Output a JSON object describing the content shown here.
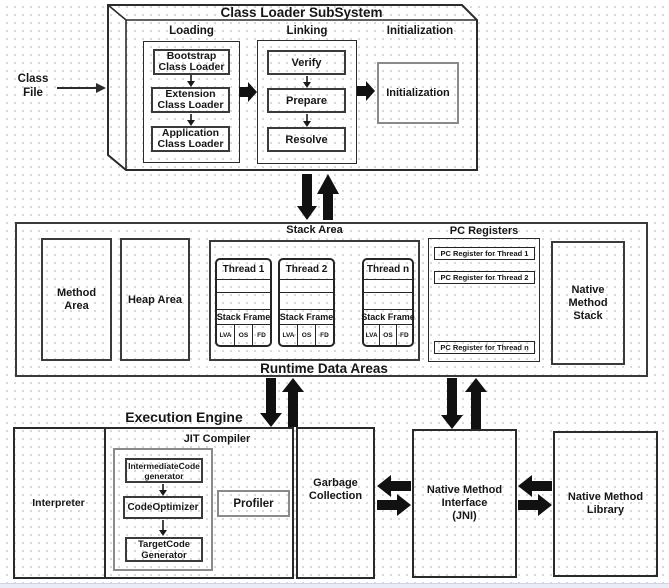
{
  "colors": {
    "line": "#2b2b2b",
    "gray_border": "#8a8a8a",
    "dot_grid": "#c9cdd6",
    "bottom_strip": "#e9edf5"
  },
  "class_file": {
    "lines": [
      "Class",
      "File"
    ]
  },
  "class_loader": {
    "title": "Class Loader SubSystem",
    "loading": {
      "label": "Loading",
      "items": [
        {
          "lines": [
            "Bootstrap",
            "Class Loader"
          ]
        },
        {
          "lines": [
            "Extension",
            "Class Loader"
          ]
        },
        {
          "lines": [
            "Application",
            "Class Loader"
          ]
        }
      ]
    },
    "linking": {
      "label": "Linking",
      "items": [
        "Verify",
        "Prepare",
        "Resolve"
      ]
    },
    "initialization": {
      "label": "Initialization",
      "box": "Initialization"
    }
  },
  "runtime": {
    "title": "Runtime Data Areas",
    "method_area": {
      "lines": [
        "Method",
        "Area"
      ]
    },
    "heap_area": "Heap Area",
    "stack": {
      "label": "Stack Area",
      "threads": [
        {
          "name": "Thread 1",
          "frame": "Stack Frame",
          "cells": [
            "LVA",
            "OS",
            "FD"
          ]
        },
        {
          "name": "Thread 2",
          "frame": "Stack Frame",
          "cells": [
            "LVA",
            "OS",
            "FD"
          ]
        },
        {
          "name": "Thread n",
          "frame": "Stack Frame",
          "cells": [
            "LVA",
            "OS",
            "FD"
          ]
        }
      ]
    },
    "pc": {
      "label": "PC Registers",
      "items": [
        "PC Register for Thread 1",
        "PC Register for Thread 2",
        "PC Register for Thread n"
      ]
    },
    "native_method_stack": {
      "lines": [
        "Native",
        "Method",
        "Stack"
      ]
    }
  },
  "execution": {
    "title": "Execution Engine",
    "interpreter": "Interpreter",
    "jit": {
      "label": "JIT Compiler",
      "boxes": [
        {
          "lines": [
            "IntermediateCode",
            "generator"
          ]
        },
        {
          "lines": [
            "CodeOptimizer"
          ]
        },
        {
          "lines": [
            "TargetCode",
            "Generator"
          ]
        }
      ],
      "profiler": "Profiler"
    }
  },
  "garbage_collection": {
    "lines": [
      "Garbage",
      "Collection"
    ]
  },
  "jni": {
    "lines": [
      "Native Method",
      "Interface",
      "(JNI)"
    ]
  },
  "native_method_library": {
    "lines": [
      "Native Method",
      "Library"
    ]
  }
}
